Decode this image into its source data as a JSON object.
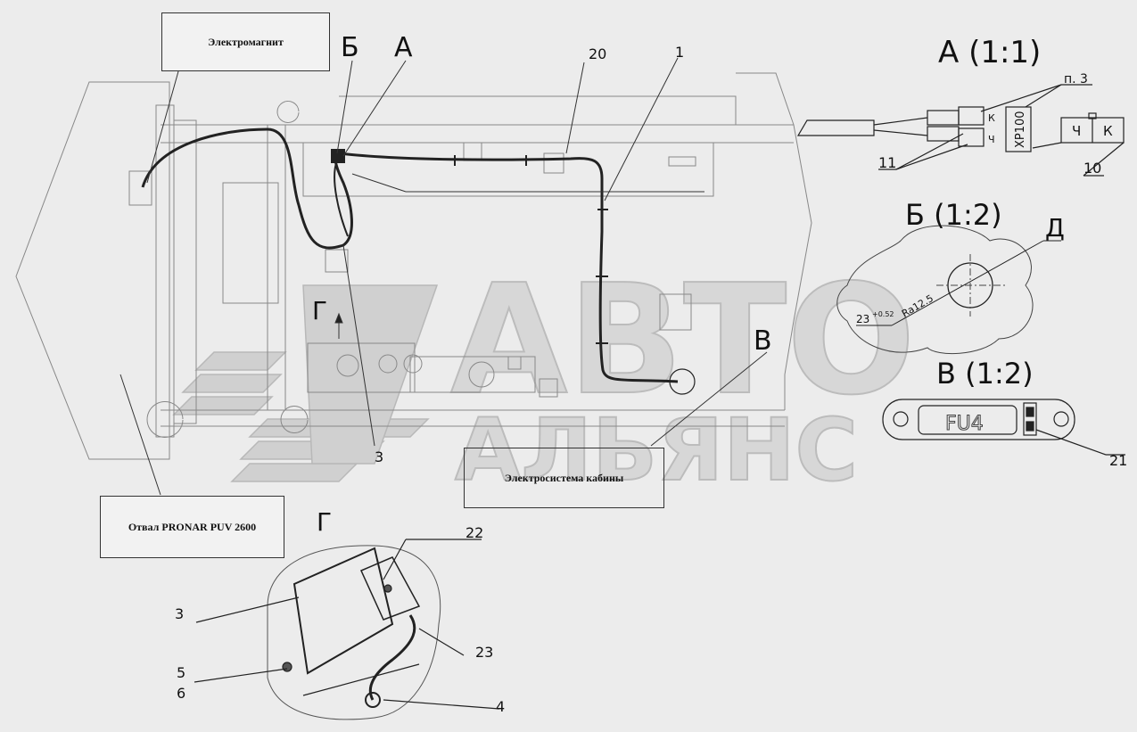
{
  "labels_boxes": {
    "electromagnet": "Электромагнит",
    "blade": "Отвал PRONAR PUV 2600",
    "cab_electric": "Электросистема  кабины"
  },
  "callouts": {
    "b_top": "Б",
    "a_top": "А",
    "n20": "20",
    "n1": "1",
    "g_arrow": "Г",
    "v_mark": "В",
    "n3_main": "3"
  },
  "view_a": {
    "title": "А (1:1)",
    "p3": "п. 3",
    "k_small": "К",
    "ch_small": "Ч",
    "connector": "XP100",
    "plug_ch": "Ч",
    "plug_k": "К",
    "n11": "11",
    "n10": "10"
  },
  "view_b": {
    "title": "Б (1:2)",
    "d": "Д",
    "dim": "23",
    "tol": "+0.52",
    "ra": "Ra12.5"
  },
  "view_v": {
    "title": "В (1:2)",
    "fuse": "FU4",
    "n21": "21"
  },
  "view_g": {
    "title": "Г",
    "n22": "22",
    "n3": "3",
    "n23": "23",
    "n5": "5",
    "n6": "6",
    "n4": "4"
  },
  "watermark": {
    "line1": "АВТО",
    "line2": "АЛЬЯНС"
  },
  "colors": {
    "line": "#222222",
    "thin": "#555555",
    "watermark": "#d2d2d2",
    "paper": "#ececec"
  }
}
